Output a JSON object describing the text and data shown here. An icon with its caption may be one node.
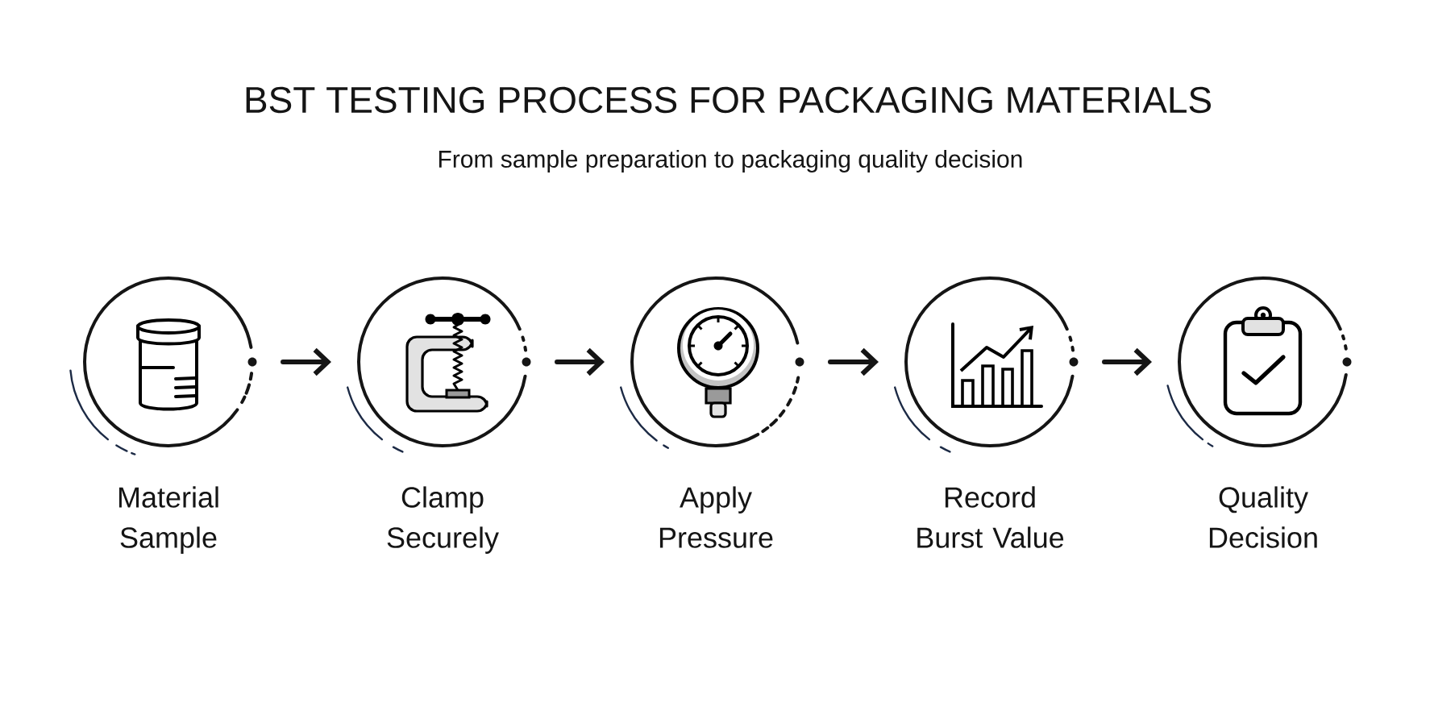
{
  "diagram": {
    "title": "BST TESTING PROCESS FOR PACKAGING MATERIALS",
    "nodes": [
      {
        "text": [
          "Material Sample"
        ]
      },
      {
        "text": [
          "Clamp Securely"
        ]
      },
      {
        "text": [
          "Apply Pressure"
        ]
      },
      {
        "text": [
          "Record Burst Value"
        ]
      },
      {
        "text": [
          "Quality Decision"
        ]
      }
    ],
    "edges": [
      {
        "from": 0,
        "to": 1,
        "arrow": "to"
      },
      {
        "from": 1,
        "to": 2,
        "arrow": "to"
      },
      {
        "from": 2,
        "to": 3,
        "arrow": "to"
      },
      {
        "from": 3,
        "to": 4,
        "arrow": "to"
      }
    ],
    "labels": [
      "From sample preparation to packaging quality decision"
    ]
  }
}
